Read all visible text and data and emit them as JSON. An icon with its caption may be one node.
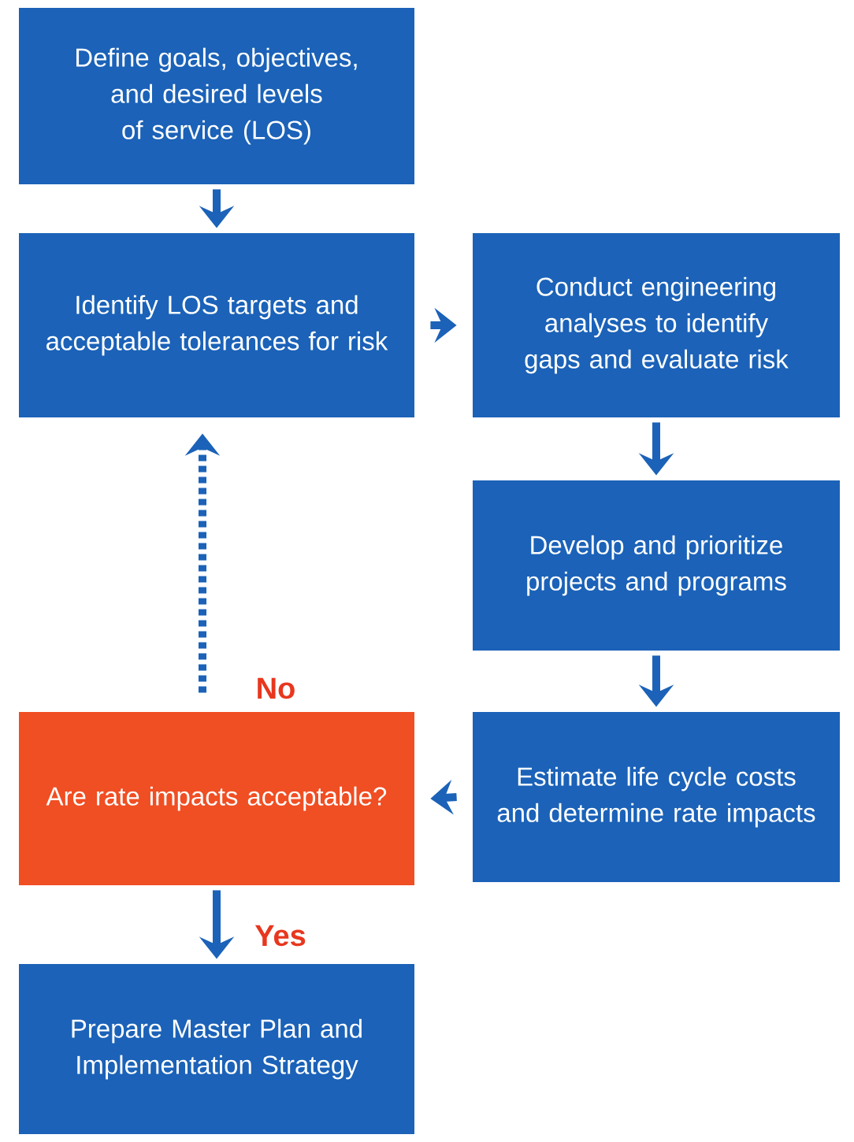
{
  "diagram": {
    "nodes": [
      {
        "text": [
          "Define goals, objectives, and desired levels of service (LOS)"
        ]
      },
      {
        "text": [
          "Identify LOS targets and acceptable tolerances for risk"
        ]
      },
      {
        "text": [
          "Conduct engineering analyses to identify gaps and evaluate risk"
        ]
      },
      {
        "text": [
          "Develop and prioritize projects and programs"
        ]
      },
      {
        "text": [
          "Estimate life cycle costs and determine rate impacts"
        ]
      },
      {
        "text": [
          "Are rate impacts acceptable?"
        ]
      },
      {
        "text": [
          "Prepare Master Plan and Implementation Strategy"
        ]
      }
    ],
    "edges": [
      {
        "from": 0,
        "to": 1,
        "arrow": "to"
      },
      {
        "from": 1,
        "to": 2,
        "arrow": "to"
      },
      {
        "from": 2,
        "to": 3,
        "arrow": "to"
      },
      {
        "from": 3,
        "to": 4,
        "arrow": "to"
      },
      {
        "from": 4,
        "to": 5,
        "arrow": "to"
      },
      {
        "from": 5,
        "to": 1,
        "arrow": "to",
        "style": "dashed",
        "label": "No"
      },
      {
        "from": 5,
        "to": 6,
        "arrow": "to",
        "label": "Yes"
      }
    ]
  }
}
